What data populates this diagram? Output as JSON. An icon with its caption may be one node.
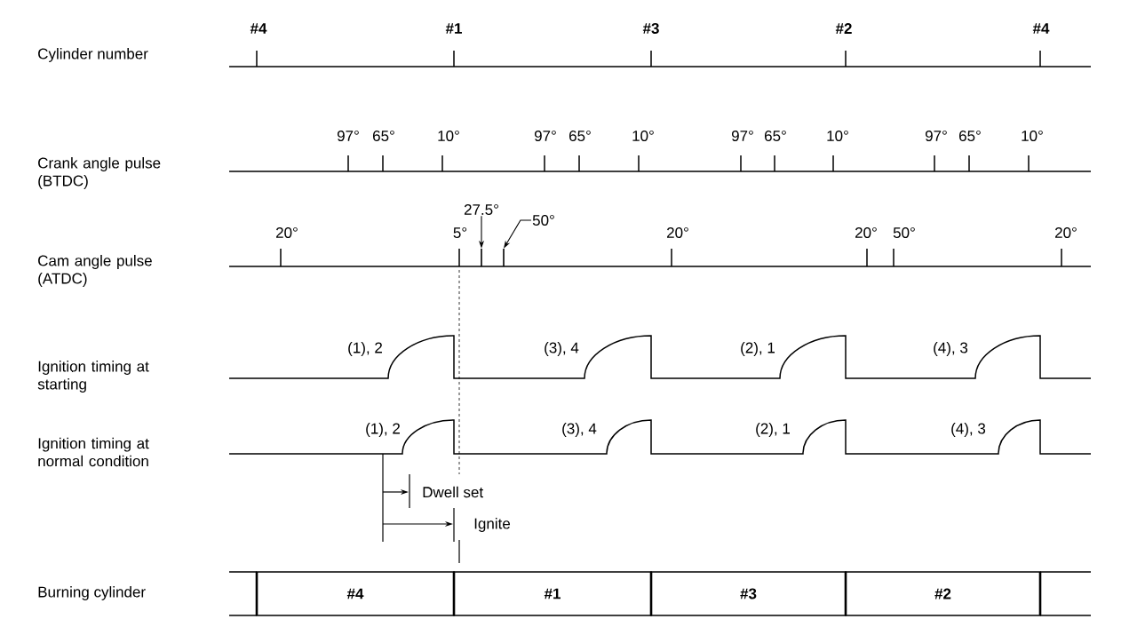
{
  "diagram": {
    "nodes": [
      {
        "text": [
          "#4"
        ]
      },
      {
        "text": [
          "#1"
        ]
      },
      {
        "text": [
          "#3"
        ]
      },
      {
        "text": [
          "#2"
        ]
      },
      {
        "text": [
          "27.5°"
        ]
      },
      {
        "text": [
          "50°"
        ]
      },
      {
        "text": [],
        "shape": "bar"
      },
      {
        "text": [],
        "shape": "bar"
      }
    ],
    "edges": [
      {
        "from": 4,
        "to": 6,
        "arrow": "to"
      },
      {
        "from": 5,
        "to": 7,
        "arrow": "to"
      }
    ],
    "labels": [
      "#4",
      "#1",
      "#3",
      "#2",
      "#4",
      "Cylinder number",
      "97°",
      "65°",
      "10°",
      "97°",
      "65°",
      "10°",
      "97°",
      "65°",
      "10°",
      "97°",
      "65°",
      "10°",
      "Crank angle pulse (BTDC)",
      "20°",
      "5°",
      "20°",
      "20°",
      "50°",
      "20°",
      "Cam angle pulse (ATDC)",
      "(1), 2",
      "(3), 4",
      "(2), 1",
      "(4), 3",
      "Ignition timing at starting",
      "(1), 2",
      "(3), 4",
      "(2), 1",
      "(4), 3",
      "Ignition timing at normal condition",
      "Dwell set",
      "Ignite",
      "Burning cylinder"
    ]
  }
}
